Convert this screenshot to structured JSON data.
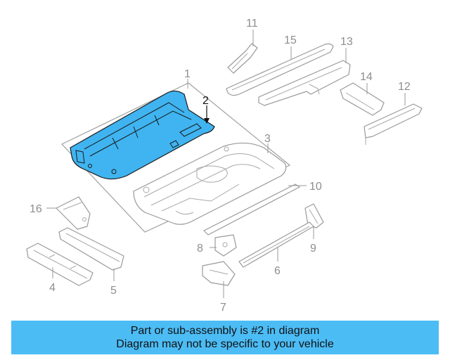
{
  "callouts": {
    "c1": "1",
    "c2": "2",
    "c3": "3",
    "c4": "4",
    "c5": "5",
    "c6": "6",
    "c7": "7",
    "c8": "8",
    "c9": "9",
    "c10": "10",
    "c11": "11",
    "c12": "12",
    "c13": "13",
    "c14": "14",
    "c15": "15",
    "c16": "16"
  },
  "highlighted_part": "2",
  "colors": {
    "highlight": "#3fb4f0",
    "banner": "#4cbcf5",
    "line": "#9a9a9a"
  },
  "banner": {
    "line1": "Part or sub-assembly is #2 in diagram",
    "line2": "Diagram may not be specific to your vehicle"
  }
}
